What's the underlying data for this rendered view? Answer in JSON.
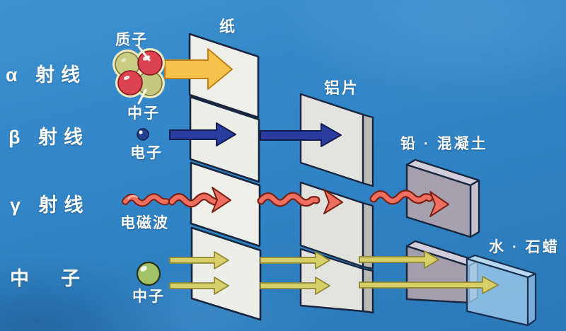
{
  "diagram": {
    "description": "Penetrating ability of radiation types through barriers",
    "rows": [
      {
        "label": "α 射线",
        "particle_labels": {
          "top": "质子",
          "bottom": "中子"
        },
        "arrow_color": "#F5C24B",
        "penetrates": [],
        "stopped_by": "纸"
      },
      {
        "label": "β 射线",
        "particle_label": "电子",
        "arrow_color": "#2B3CA0",
        "penetrates": [
          "纸"
        ],
        "stopped_by": "铝片"
      },
      {
        "label": "γ 射线",
        "particle_label": "电磁波",
        "arrow_color": "#EE6F5F",
        "penetrates": [
          "纸",
          "铝片"
        ],
        "stopped_by": "铅 · 混凝土"
      },
      {
        "label": "中　子",
        "particle_label": "中子",
        "arrow_color": "#D9CF69",
        "penetrates": [
          "纸",
          "铝片",
          "铅 · 混凝土"
        ],
        "stopped_by": "水 · 石蜡"
      }
    ],
    "barriers": [
      {
        "label": "纸",
        "color": "#EFEFE9"
      },
      {
        "label": "铝片",
        "color": "#E3E4E0"
      },
      {
        "label": "铅 · 混凝土",
        "color": "#A6A0AF"
      },
      {
        "label": "水 · 石蜡",
        "color": "#9EC9EB"
      }
    ],
    "colors": {
      "background": "#3186C8",
      "outline": "#18263F",
      "proton_ball": "#DD4251",
      "neutron_ball": "#C9CD84",
      "neutron_source_ball": "#A3C167",
      "electron_dot": "#24408F"
    }
  }
}
